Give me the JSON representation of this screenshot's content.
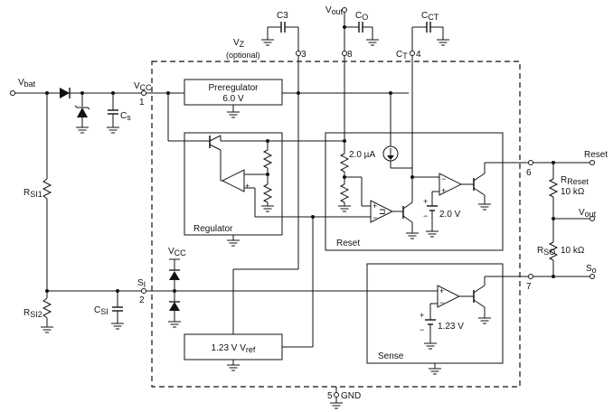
{
  "blocks": {
    "prereg_title": "Preregulator",
    "prereg_value": "6.0 V",
    "regulator": "Regulator",
    "reset": "Reset",
    "sense": "Sense",
    "vref": "1.23 V"
  },
  "sources": {
    "current": "2.0 µA",
    "reset_ref": "2.0 V",
    "sense_ref": "1.23 V"
  },
  "labels": {
    "vbat": "V",
    "vbat_sub": "bat",
    "vcc": "V",
    "vcc_sub": "CC",
    "vcc2": "V",
    "vcc2_sub": "CC",
    "cs": "C",
    "cs_sub": "s",
    "rsi1": "R",
    "rsi1_sub": "SI1",
    "rsi2": "R",
    "rsi2_sub": "SI2",
    "csi": "C",
    "csi_sub": "SI",
    "si": "S",
    "si_sub": "I",
    "c3": "C3",
    "vz": "V",
    "vz_sub": "Z",
    "optional": "(optional)",
    "vout": "V",
    "vout_sub": "out",
    "co": "C",
    "co_sub": "O",
    "cct": "C",
    "cct_sub": "CT",
    "ct": "C",
    "ct_sub": "T",
    "reset_out": "Reset",
    "rreset": "R",
    "rreset_sub": "Reset",
    "rreset_val": "10 kΩ",
    "vout2": "V",
    "vout2_sub": "out",
    "rso": "R",
    "rso_sub": "SO",
    "rso_val": "10 kΩ",
    "so": "S",
    "so_sub": "o",
    "vref_sym": "V",
    "vref_sub": "ref",
    "gnd": "GND"
  },
  "pins": {
    "p1": "1",
    "p2": "2",
    "p3": "3",
    "p4": "4",
    "p5": "5",
    "p6": "6",
    "p7": "7",
    "p8": "8"
  }
}
